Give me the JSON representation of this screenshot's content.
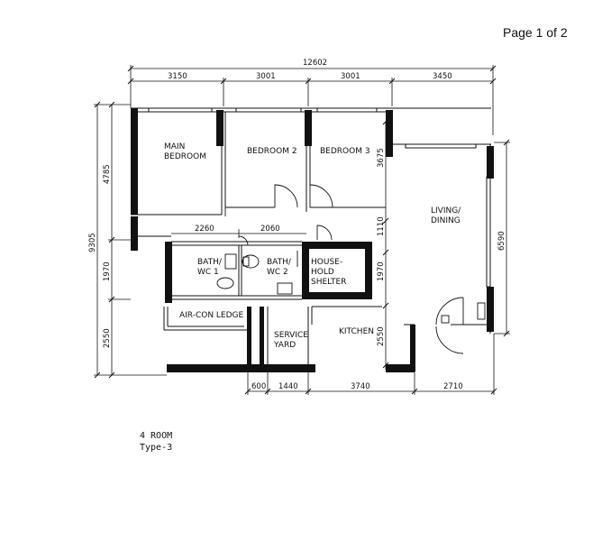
{
  "page": {
    "number": "Page 1 of 2"
  },
  "plan": {
    "unit_type": "4 ROOM",
    "type": "Type-3",
    "rooms": {
      "main_bedroom": [
        "MAIN",
        "BEDROOM"
      ],
      "bedroom_2": "BEDROOM 2",
      "bedroom_3": "BEDROOM 3",
      "living": [
        "LIVING/",
        "DINING"
      ],
      "bath1": [
        "BATH/",
        "WC 1"
      ],
      "bath2": [
        "BATH/",
        "WC 2"
      ],
      "shelter": [
        "HOUSE-",
        "HOLD",
        "SHELTER"
      ],
      "aircon": "AIR-CON LEDGE",
      "service": [
        "SERVICE",
        "YARD"
      ],
      "kitchen": "KITCHEN"
    },
    "dimensions": {
      "overall_width": "12602",
      "top": [
        "3150",
        "3001",
        "3001",
        "3450"
      ],
      "left_overall": "9305",
      "left": [
        "4785",
        "1970",
        "2550"
      ],
      "bottom": [
        "600",
        "1440",
        "3740",
        "2710"
      ],
      "right_living": "6590",
      "inner_3675": "3675",
      "inner_1110": "1110",
      "inner_1970": "1970",
      "inner_2550": "2550",
      "bath_2260": "2260",
      "bath_2060": "2060"
    }
  }
}
